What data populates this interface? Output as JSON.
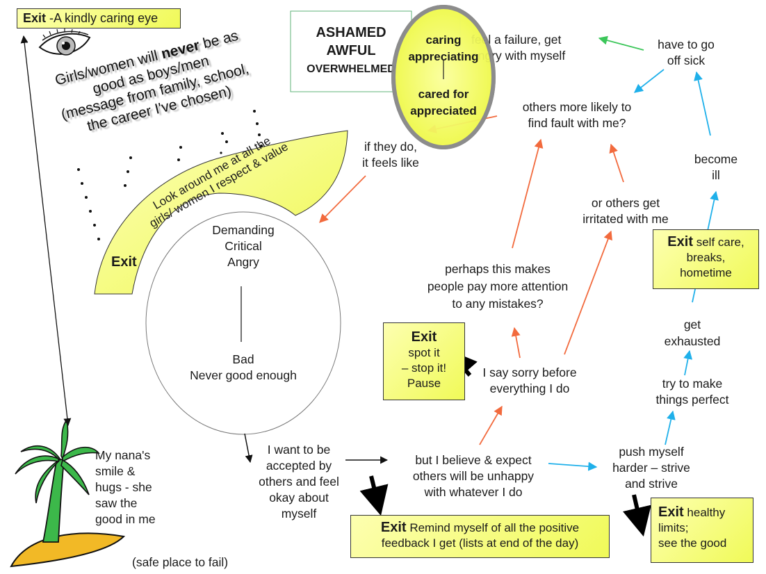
{
  "exits": {
    "top_left": {
      "word": "Exit",
      "text": "-A kindly caring eye"
    },
    "arc": "Exit",
    "spot_it": {
      "word": "Exit",
      "lines": [
        "spot it",
        "– stop it!",
        "Pause"
      ]
    },
    "self_care": {
      "word": "Exit",
      "rest": "self care,",
      "lines": [
        "breaks,",
        "hometime"
      ]
    },
    "remind": {
      "word": "Exit",
      "line1": "Remind myself of all the positive",
      "line2": "feedback I get (lists at end of the day)"
    },
    "healthy": {
      "word": "Exit",
      "rest": "healthy",
      "lines": [
        "limits;",
        "see the good"
      ]
    }
  },
  "belief": {
    "line1_pre": "Girls/women will ",
    "line1_bold": "never",
    "line1_post": " be as",
    "line2": "good as boys/men",
    "line3": "(message from family, school,",
    "line4": "the career I've chosen)"
  },
  "arc_text": {
    "line1": "Look around me at all the",
    "line2": "girls/ women I respect & value"
  },
  "circle": {
    "top": [
      "Demanding",
      "Critical",
      "Angry"
    ],
    "bottom": [
      "Bad",
      "Never good enough"
    ]
  },
  "shame_box": {
    "line1": "ASHAMED",
    "line2": "AWFUL",
    "line3": "OVERWHELMED"
  },
  "oval": {
    "top": [
      "caring",
      "appreciating"
    ],
    "bottom": [
      "cared for",
      "appreciated"
    ]
  },
  "nodes": {
    "feel_failure": [
      "feel a failure, get",
      "angry with myself"
    ],
    "off_sick": [
      "have to go",
      "off sick"
    ],
    "fault": [
      "others more likely to",
      "find fault with me?"
    ],
    "if_they_do": [
      "if they do,",
      "it feels like"
    ],
    "become_ill": [
      "become",
      "ill"
    ],
    "irritated": [
      "or others get",
      "irritated with me"
    ],
    "attention": [
      "perhaps this makes",
      "people pay more attention",
      "to any mistakes?"
    ],
    "sorry": [
      "I say sorry before",
      "everything I do"
    ],
    "exhausted": [
      "get",
      "exhausted"
    ],
    "perfect": [
      "try to make",
      "things perfect"
    ],
    "accepted": [
      "I want to be",
      "accepted by",
      "others and feel",
      "okay about",
      "myself"
    ],
    "believe": [
      "but I believe & expect",
      "others will be unhappy",
      "with whatever I do"
    ],
    "push": [
      "push myself",
      "harder – strive",
      "and strive"
    ],
    "nana": [
      "My nana's",
      "smile &",
      "hugs - she",
      "saw the",
      "good in me"
    ],
    "safe": "(safe place to fail)"
  },
  "colors": {
    "orange": "#f26a3d",
    "blue": "#1fb0ea",
    "green": "#3cc65a",
    "exit_yellow": "#f0fa58",
    "shame_border": "#5fb37a"
  }
}
